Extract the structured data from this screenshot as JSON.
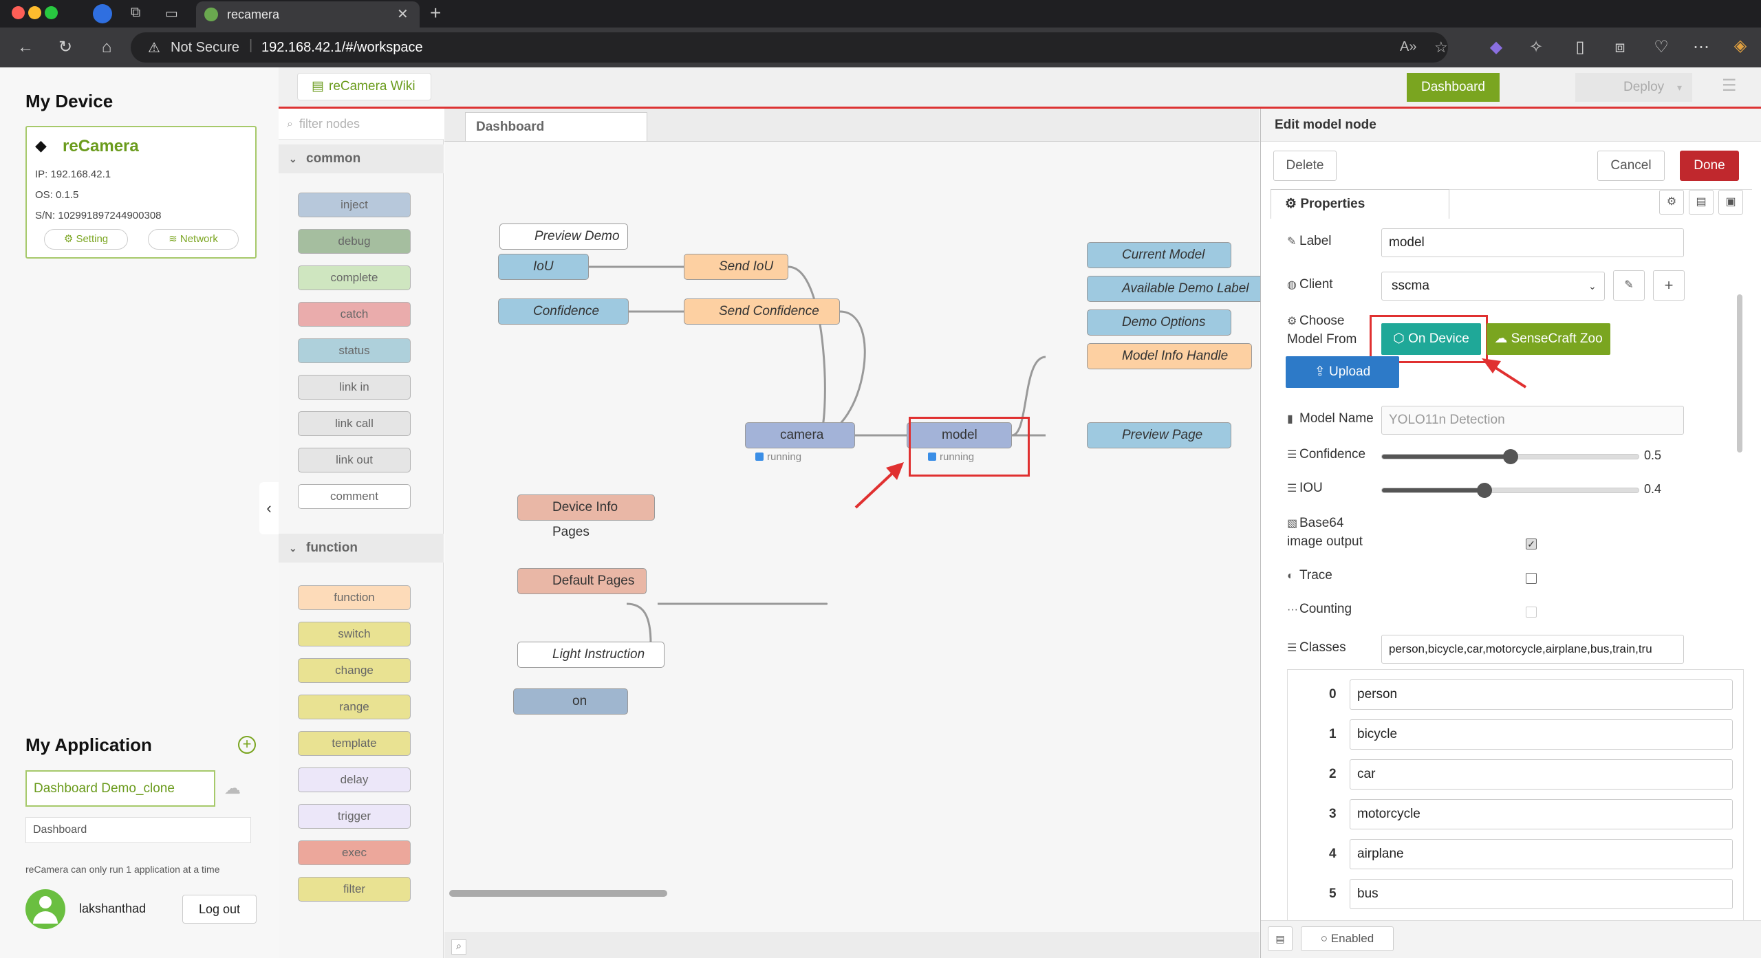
{
  "browser": {
    "tab_title": "recamera",
    "security_label": "Not Secure",
    "url": "192.168.42.1/#/workspace"
  },
  "device": {
    "heading": "My Device",
    "name": "reCamera",
    "ip": "IP:  192.168.42.1",
    "os": "OS:  0.1.5",
    "sn": "S/N:  102991897244900308",
    "setting_label": "Setting",
    "network_label": "Network"
  },
  "application": {
    "heading": "My Application",
    "app_name": "Dashboard Demo_clone",
    "dashboard_field": "Dashboard",
    "note": "reCamera can only run 1 application at a time",
    "username": "lakshanthad",
    "logout_label": "Log out"
  },
  "header": {
    "wiki_label": "reCamera Wiki",
    "dashboard_label": "Dashboard",
    "deploy_label": "Deploy"
  },
  "palette": {
    "filter_placeholder": "filter nodes",
    "categories": [
      "common",
      "function"
    ],
    "common_nodes": [
      "inject",
      "debug",
      "complete",
      "catch",
      "status",
      "link in",
      "link call",
      "link out",
      "comment"
    ],
    "function_nodes": [
      "function",
      "switch",
      "change",
      "range",
      "template",
      "delay",
      "trigger",
      "exec",
      "filter"
    ]
  },
  "workspace": {
    "tab_label": "Dashboard",
    "nodes": {
      "preview_demo": "Preview Demo",
      "iou": "IoU",
      "send_iou": "Send IoU",
      "confidence": "Confidence",
      "send_confidence": "Send Confidence",
      "current_model": "Current Model",
      "available_demo_label": "Available Demo Label",
      "demo_options": "Demo Options",
      "model_info_handle": "Model Info Handle",
      "camera": "camera",
      "model": "model",
      "preview_page": "Preview Page",
      "device_info_pages": "Device Info Pages",
      "default_pages": "Default Pages",
      "light_instruction": "Light Instruction",
      "on": "on"
    },
    "status_running": "running"
  },
  "edit_panel": {
    "title": "Edit model node",
    "delete_label": "Delete",
    "cancel_label": "Cancel",
    "done_label": "Done",
    "properties_tab": "Properties",
    "label_label": "Label",
    "label_value": "model",
    "client_label": "Client",
    "client_value": "sscma",
    "choose_model_label_1": "Choose",
    "choose_model_label_2": "Model From",
    "on_device_label": "On Device",
    "sensecraft_label": "SenseCraft Zoo",
    "upload_label": "Upload",
    "model_name_label": "Model Name",
    "model_name_placeholder": "YOLO11n Detection",
    "confidence_label": "Confidence",
    "confidence_value": "0.5",
    "confidence": 0.5,
    "iou_label": "IOU",
    "iou_value": "0.4",
    "iou": 0.4,
    "base64_label_1": "Base64",
    "base64_label_2": "image output",
    "base64_checked": true,
    "trace_label": "Trace",
    "trace_checked": false,
    "counting_label": "Counting",
    "counting_checked": false,
    "classes_label": "Classes",
    "classes_value": "person,bicycle,car,motorcycle,airplane,bus,train,tru",
    "class_list": [
      {
        "idx": "0",
        "name": "person"
      },
      {
        "idx": "1",
        "name": "bicycle"
      },
      {
        "idx": "2",
        "name": "car"
      },
      {
        "idx": "3",
        "name": "motorcycle"
      },
      {
        "idx": "4",
        "name": "airplane"
      },
      {
        "idx": "5",
        "name": "bus"
      }
    ],
    "enabled_label": "Enabled"
  },
  "colors": {
    "brand_green": "#7aa520",
    "on_device_teal": "#1fa898",
    "upload_blue": "#2d7ac8",
    "done_red": "#c0282d",
    "highlight_red": "#e03030"
  }
}
